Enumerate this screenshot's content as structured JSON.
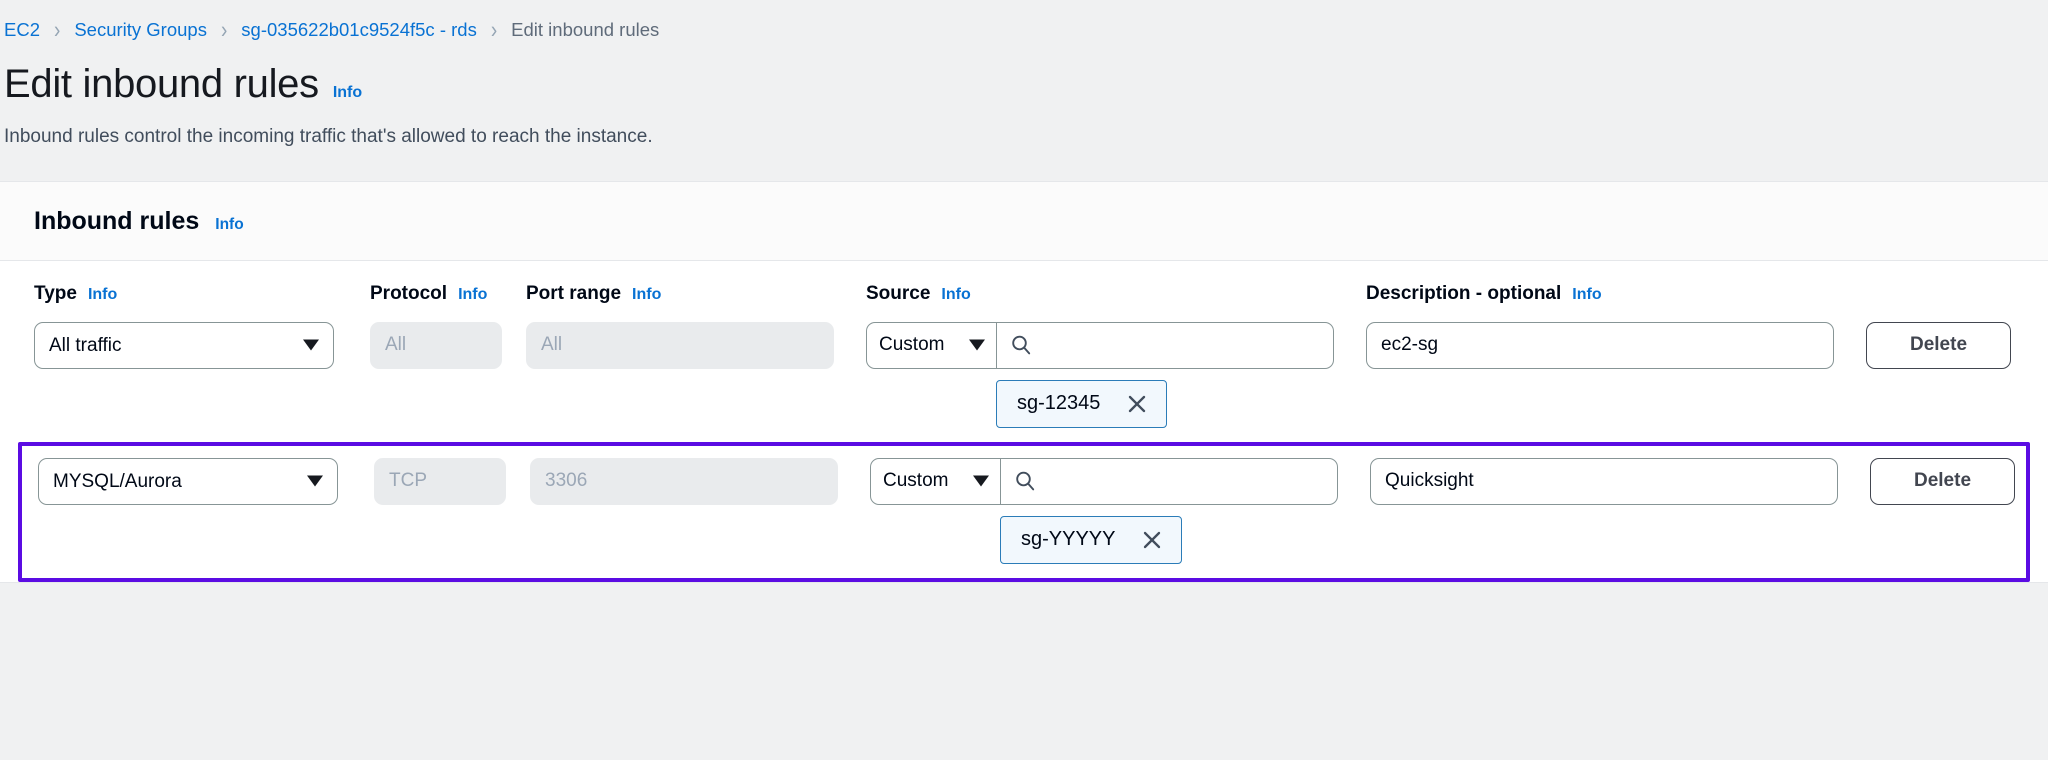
{
  "breadcrumb": {
    "items": [
      {
        "label": "EC2",
        "type": "link"
      },
      {
        "label": "Security Groups",
        "type": "link"
      },
      {
        "label": "sg-035622b01c9524f5c - rds",
        "type": "link"
      },
      {
        "label": "Edit inbound rules",
        "type": "current"
      }
    ],
    "separator": "›"
  },
  "page": {
    "title": "Edit inbound rules",
    "info_label": "Info",
    "description": "Inbound rules control the incoming traffic that's allowed to reach the instance."
  },
  "card": {
    "title": "Inbound rules",
    "info_label": "Info"
  },
  "columns": [
    {
      "label": "Type",
      "info": "Info"
    },
    {
      "label": "Protocol",
      "info": "Info"
    },
    {
      "label": "Port range",
      "info": "Info"
    },
    {
      "label": "Source",
      "info": "Info"
    },
    {
      "label": "Description - optional",
      "info": "Info"
    }
  ],
  "rules": [
    {
      "type": "All traffic",
      "protocol": "All",
      "port_range": "All",
      "source_kind": "Custom",
      "source_search_value": "",
      "source_tokens": [
        "sg-12345"
      ],
      "description": "ec2-sg",
      "delete_label": "Delete",
      "highlighted": false
    },
    {
      "type": "MYSQL/Aurora",
      "protocol": "TCP",
      "port_range": "3306",
      "source_kind": "Custom",
      "source_search_value": "",
      "source_tokens": [
        "sg-YYYYY"
      ],
      "description": "Quicksight",
      "delete_label": "Delete",
      "highlighted": true
    }
  ],
  "colors": {
    "page_background": "#f0f1f2",
    "link_blue": "#0972d3",
    "highlight_purple": "#5b0ce3",
    "token_blue_border": "#2b7cb8",
    "token_blue_fill": "#f2f8fd",
    "disabled_fill": "#e9ebed"
  },
  "icons": {
    "search": "search-icon",
    "remove_token": "close-icon",
    "dropdown": "chevron-down-icon"
  }
}
